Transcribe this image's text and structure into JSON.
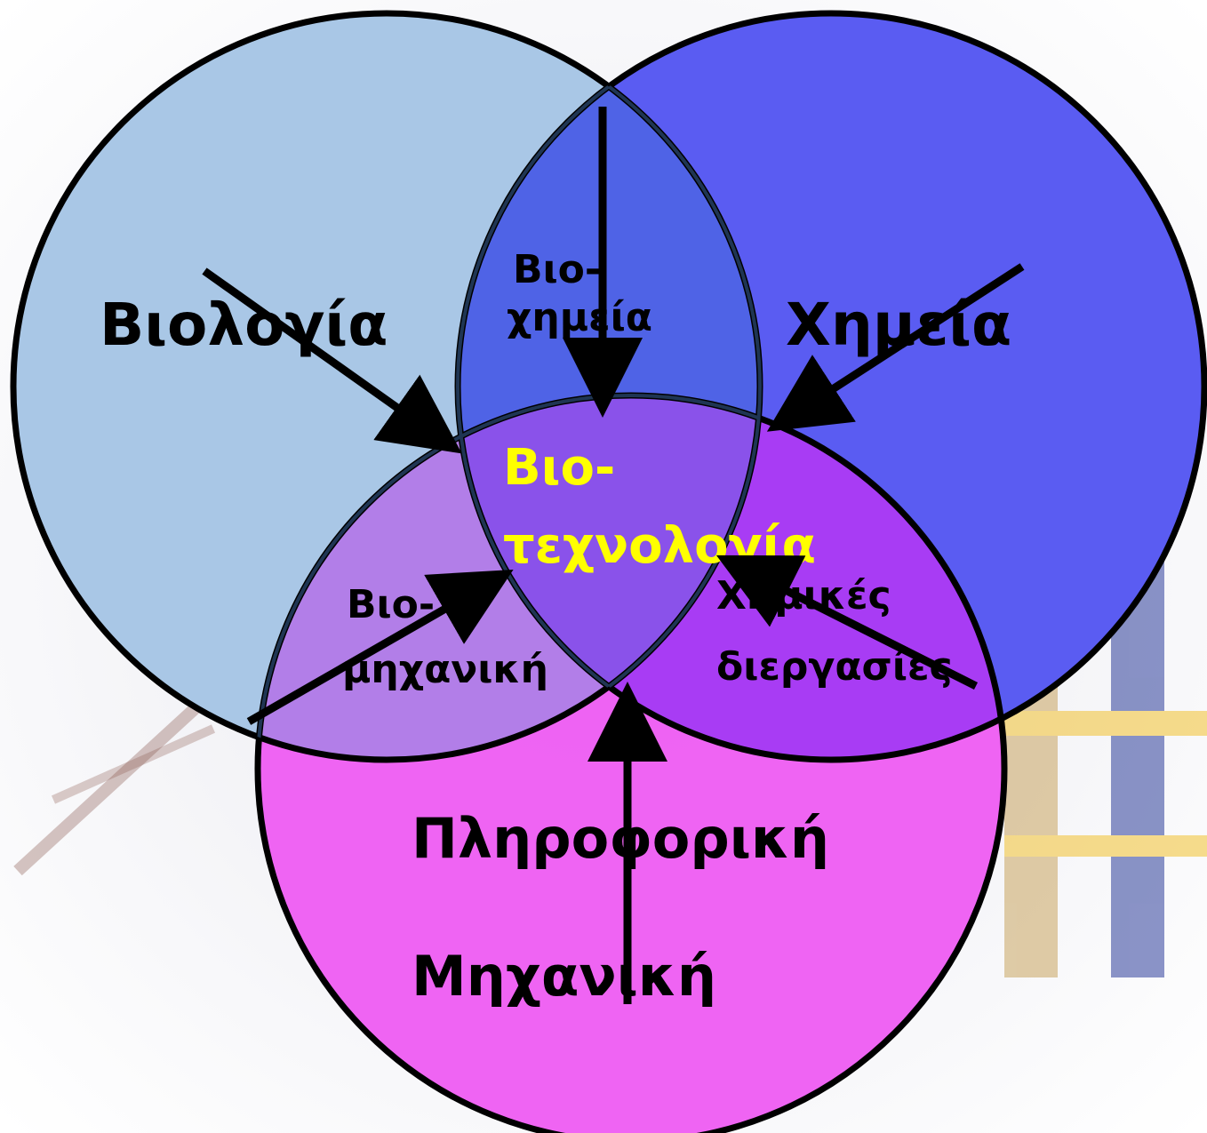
{
  "diagram": {
    "sets": {
      "biology": "Βιολογία",
      "chemistry": "Χημεία",
      "informatics": "Πληροφορική",
      "engineering": "Μηχανική"
    },
    "intersections": {
      "biochemistry": [
        "Βιο-",
        "χημεία"
      ],
      "bioengineering": [
        "Βιο-",
        "μηχανική"
      ],
      "chemical_processes": [
        "Χημικές",
        "διεργασίες"
      ]
    },
    "center": [
      "Βιο-",
      "τεχνολογία"
    ],
    "colors": {
      "biology_fill": "#a9c7e6",
      "chemistry_fill": "#5a5cf2",
      "bottom_fill": "#ee5cf2",
      "center_text": "#ffff00",
      "outline": "#000000"
    }
  }
}
